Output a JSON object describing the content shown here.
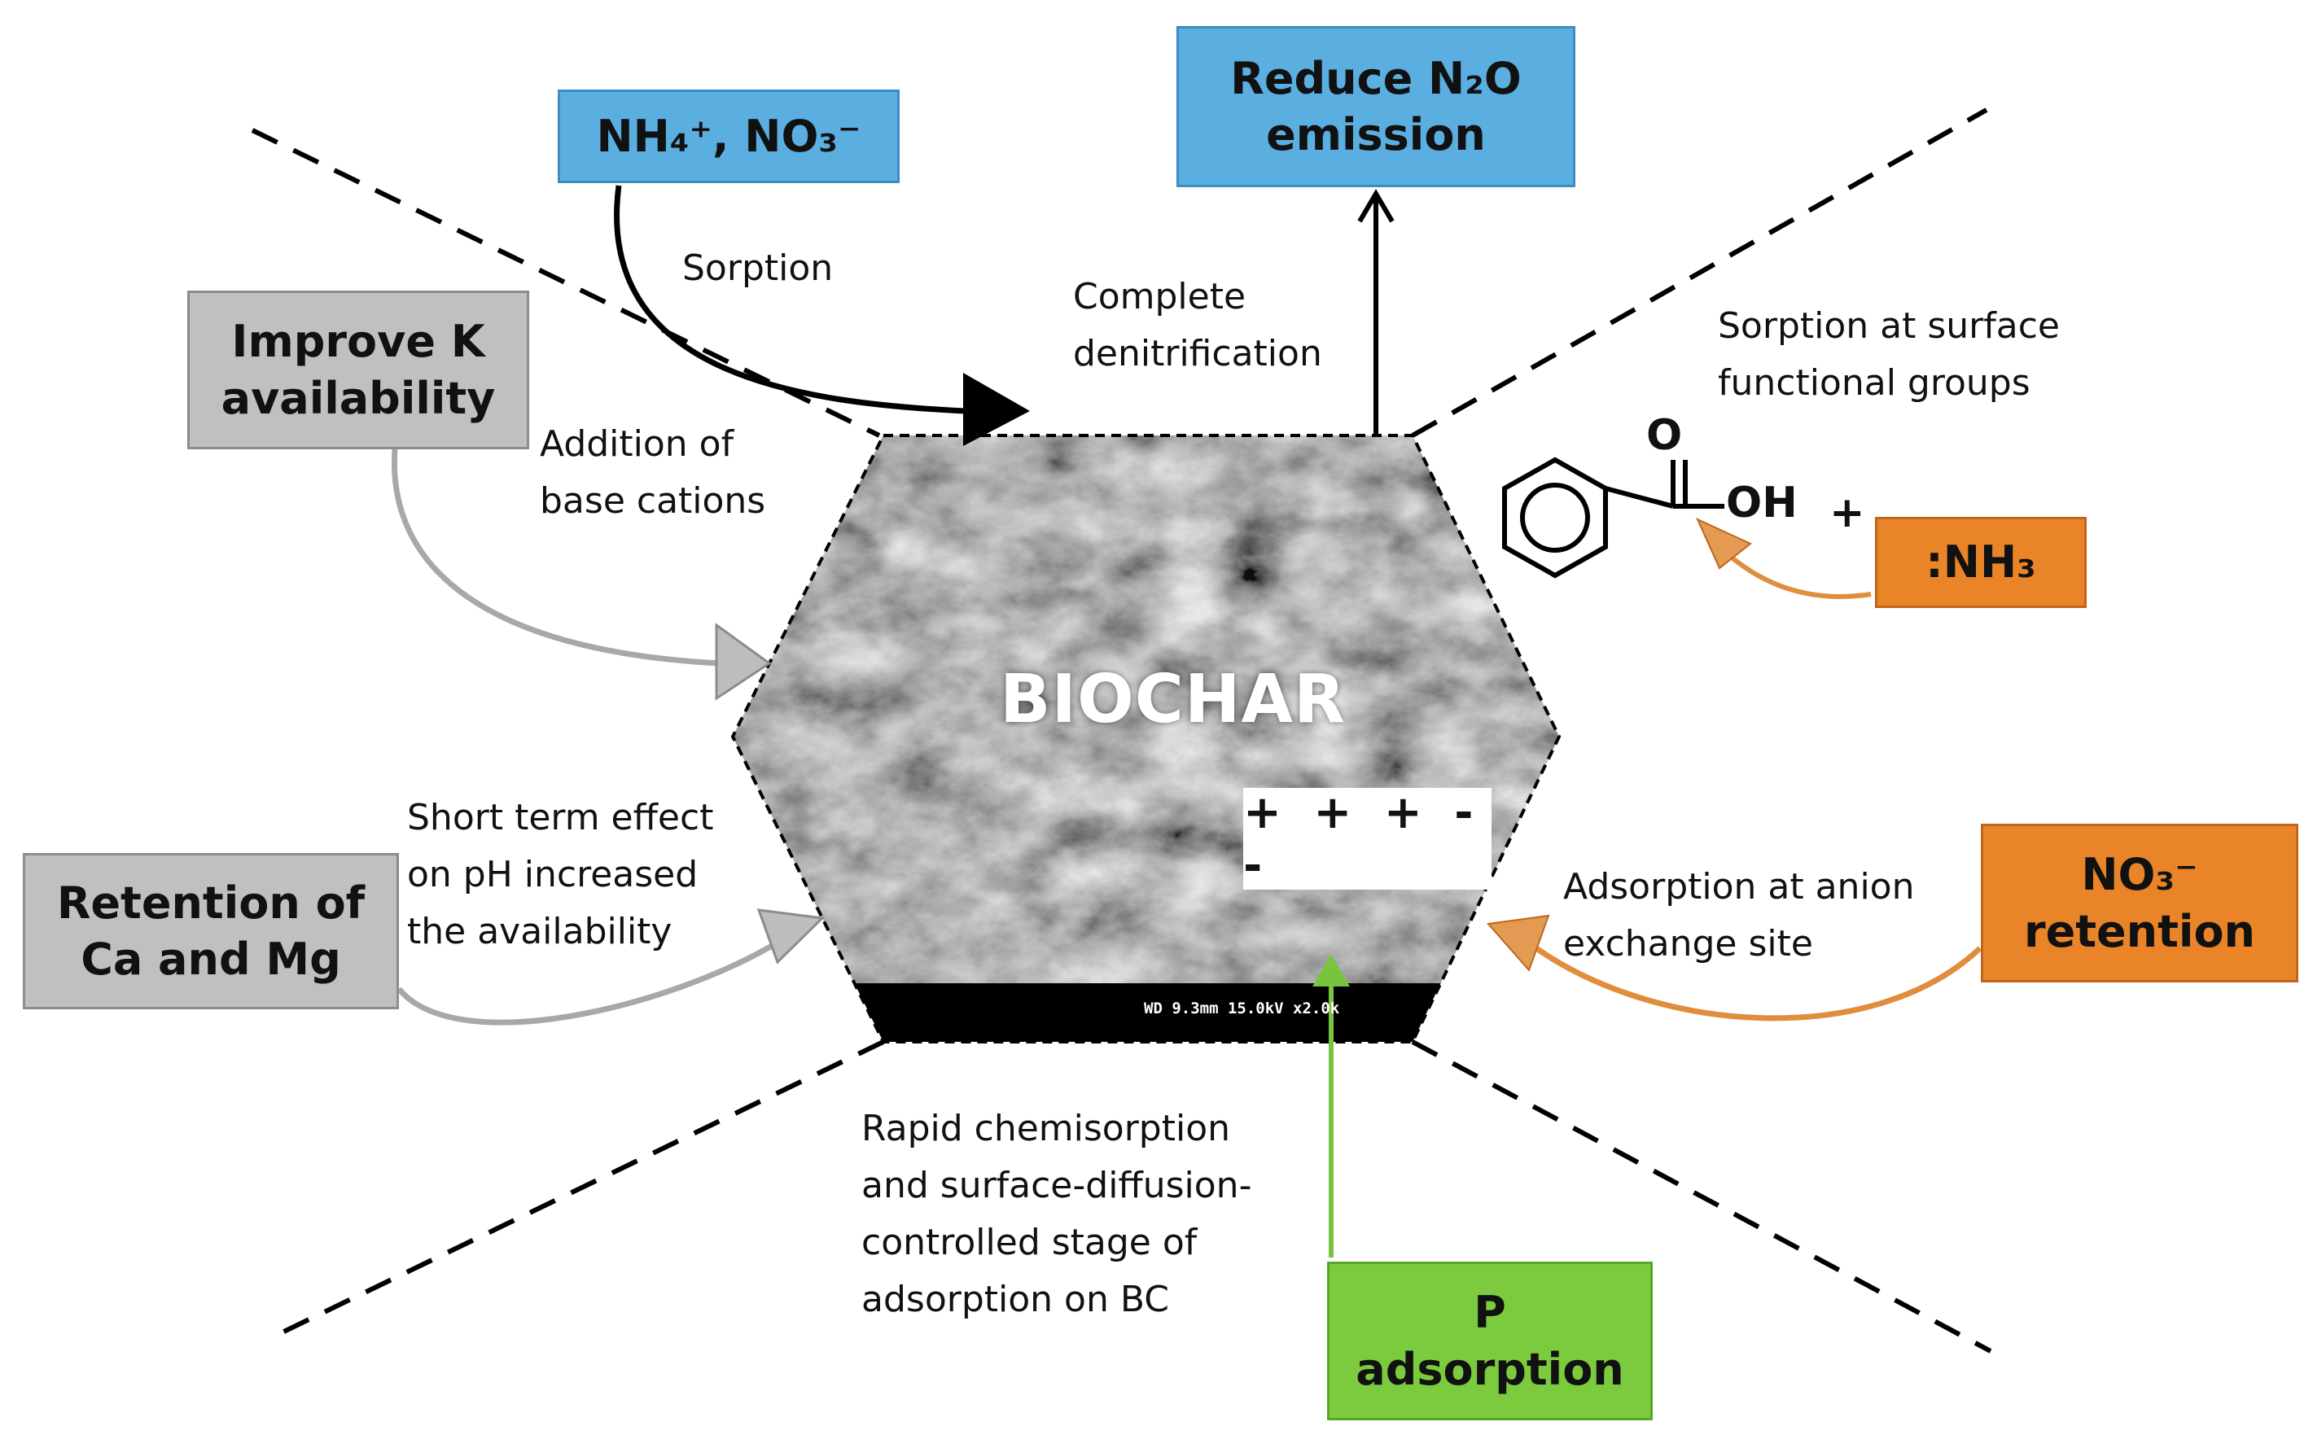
{
  "hexagon": {
    "label": "BIOCHAR",
    "charge_text": "+ + + - -",
    "scale_text": "WD 9.3mm 15.0kV x2.0k"
  },
  "boxes": {
    "nh4_no3": {
      "label": "NH₄⁺, NO₃⁻"
    },
    "n2o": {
      "line1": "Reduce N₂O",
      "line2": "emission"
    },
    "potassium": {
      "line1": "Improve K",
      "line2": "availability"
    },
    "ca_mg": {
      "line1": "Retention  of",
      "line2": "Ca and Mg"
    },
    "nh3": {
      "label": ":NH₃"
    },
    "no3_retention": {
      "line1": "NO₃⁻",
      "line2": "retention"
    },
    "phosphorus": {
      "line1": "P",
      "line2": "adsorption"
    }
  },
  "labels": {
    "sorption": "Sorption",
    "denitrification": {
      "line1": "Complete",
      "line2": "denitrification"
    },
    "surface_groups": {
      "line1": "Sorption at surface",
      "line2": "functional  groups"
    },
    "base_cations": {
      "line1": "Addition of",
      "line2": "base cations"
    },
    "ph_effect": {
      "line1": "Short term effect",
      "line2": "on pH increased",
      "line3": "the availability"
    },
    "anion_exchange": {
      "line1": "Adsorption at anion",
      "line2": "exchange site"
    },
    "chemisorption": {
      "line1": "Rapid chemisorption",
      "line2": "and surface-diffusion-",
      "line3": "controlled stage of",
      "line4": "adsorption on BC"
    }
  },
  "chemistry": {
    "oxygen": "O",
    "hydroxyl": "OH",
    "plus": "+"
  },
  "colors": {
    "blue": "#5aaee0",
    "gray": "#c0c0c0",
    "orange": "#ea8428",
    "green": "#7ccb3e",
    "arrow_gray": "#a8a8a8",
    "arrow_orange": "#e08d3c",
    "arrow_green": "#78c43f"
  }
}
